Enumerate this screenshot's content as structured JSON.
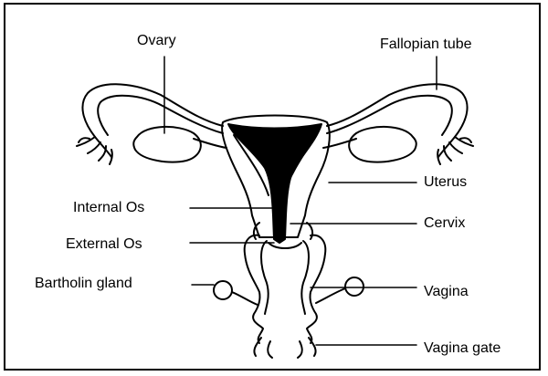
{
  "diagram": {
    "labels": {
      "ovary": "Ovary",
      "fallopian_tube": "Fallopian tube",
      "uterus": "Uterus",
      "internal_os": "Internal Os",
      "cervix": "Cervix",
      "external_os": "External Os",
      "bartholin_gland": "Bartholin gland",
      "vagina": "Vagina",
      "vagina_gate": "Vagina gate"
    }
  }
}
